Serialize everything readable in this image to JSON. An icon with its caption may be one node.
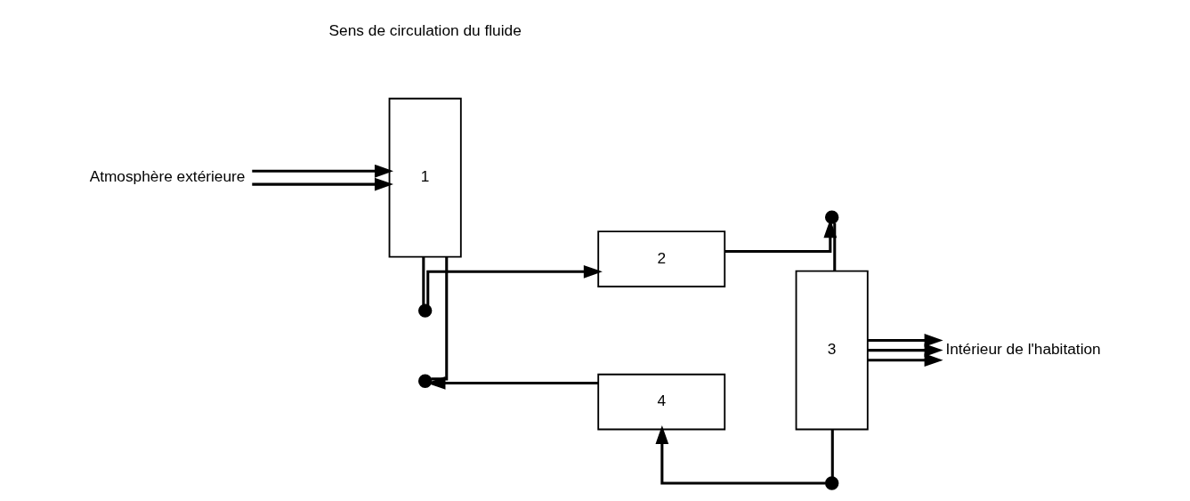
{
  "diagram": {
    "nodes": [
      {
        "text": [],
        "shape": "circle"
      },
      {
        "text": [
          "2"
        ]
      },
      {
        "text": [],
        "shape": "circle"
      },
      {
        "text": [
          "Atmosphère extérieure"
        ]
      },
      {
        "text": [
          "1"
        ]
      },
      {
        "text": [
          "3"
        ]
      },
      {
        "text": [
          "Intérieur de l'habitation"
        ]
      },
      {
        "text": [],
        "shape": "circle"
      },
      {
        "text": [
          "4"
        ]
      },
      {
        "text": [],
        "shape": "circle"
      }
    ],
    "edges": [
      {
        "from": 4,
        "to": 0,
        "arrow": "none"
      },
      {
        "from": 0,
        "to": 1,
        "arrow": "to"
      },
      {
        "from": 1,
        "to": 2,
        "arrow": "to"
      },
      {
        "from": 2,
        "to": 5,
        "arrow": "none"
      },
      {
        "from": 5,
        "to": 9,
        "arrow": "none"
      },
      {
        "from": 9,
        "to": 8,
        "arrow": "to"
      },
      {
        "from": 8,
        "to": 7,
        "arrow": "to"
      },
      {
        "from": 7,
        "to": 4,
        "arrow": "none"
      },
      {
        "from": 3,
        "to": 4,
        "arrow": "to"
      },
      {
        "from": 3,
        "to": 4,
        "arrow": "to"
      },
      {
        "from": 5,
        "to": 6,
        "arrow": "to"
      },
      {
        "from": 5,
        "to": 6,
        "arrow": "to"
      },
      {
        "from": 5,
        "to": 6,
        "arrow": "to"
      }
    ],
    "labels": [
      "Sens de circulation du fluide"
    ]
  }
}
